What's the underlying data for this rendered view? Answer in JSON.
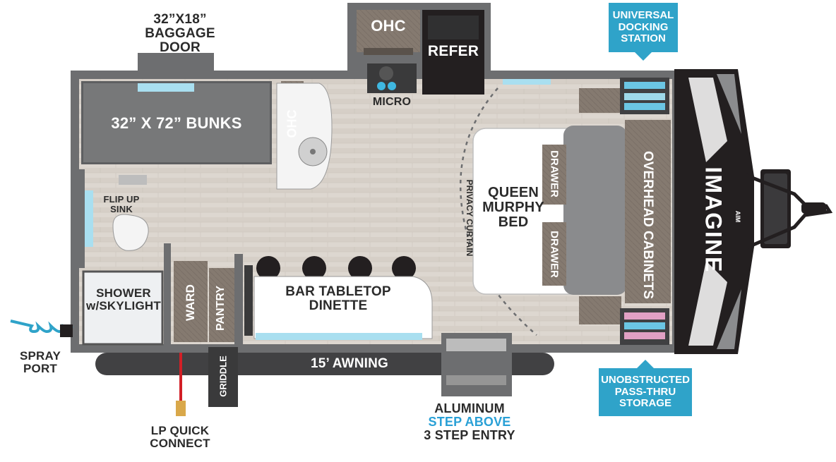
{
  "labels": {
    "baggage_door_line1": "32”X18”",
    "baggage_door_line2": "BAGGAGE DOOR",
    "bunks": "32” X 72” BUNKS",
    "ohc_top": "OHC",
    "ohc_side": "OHC",
    "refer": "REFER",
    "micro": "MICRO",
    "flip_up_sink_line1": "FLIP UP",
    "flip_up_sink_line2": "SINK",
    "shower_line1": "SHOWER",
    "shower_line2": "w/SKYLIGHT",
    "ward": "WARD",
    "pantry": "PANTRY",
    "dinette": "BAR TABLETOP DINETTE",
    "privacy_curtain": "PRIVACY CURTAIN",
    "murphy_line1": "QUEEN",
    "murphy_line2": "MURPHY",
    "murphy_line3": "BED",
    "drawer_top": "DRAWER",
    "drawer_bottom": "DRAWER",
    "overhead_cabinets": "OVERHEAD CABINETS",
    "awning": "15’ AWNING",
    "griddle": "GRIDDLE",
    "spray_port_line1": "SPRAY",
    "spray_port_line2": "PORT",
    "lp_line1": "LP QUICK",
    "lp_line2": "CONNECT",
    "step_line1": "ALUMINUM",
    "step_line2": "STEP ABOVE",
    "step_line3": "3 STEP ENTRY",
    "brand": "IMAGINE",
    "brand_sub": "AIM"
  },
  "callouts": {
    "docking_line1": "UNIVERSAL",
    "docking_line2": "DOCKING",
    "docking_line3": "STATION",
    "storage_line1": "UNOBSTRUCTED",
    "storage_line2": "PASS-THRU",
    "storage_line3": "STORAGE"
  },
  "colors": {
    "wall": "#6d6e70",
    "floor": "#dcd6cf",
    "cabinet": "#7a6f66",
    "accent_blue": "#2fa3c9",
    "step_text_blue": "#29a0d6",
    "dark": "#231f20"
  }
}
